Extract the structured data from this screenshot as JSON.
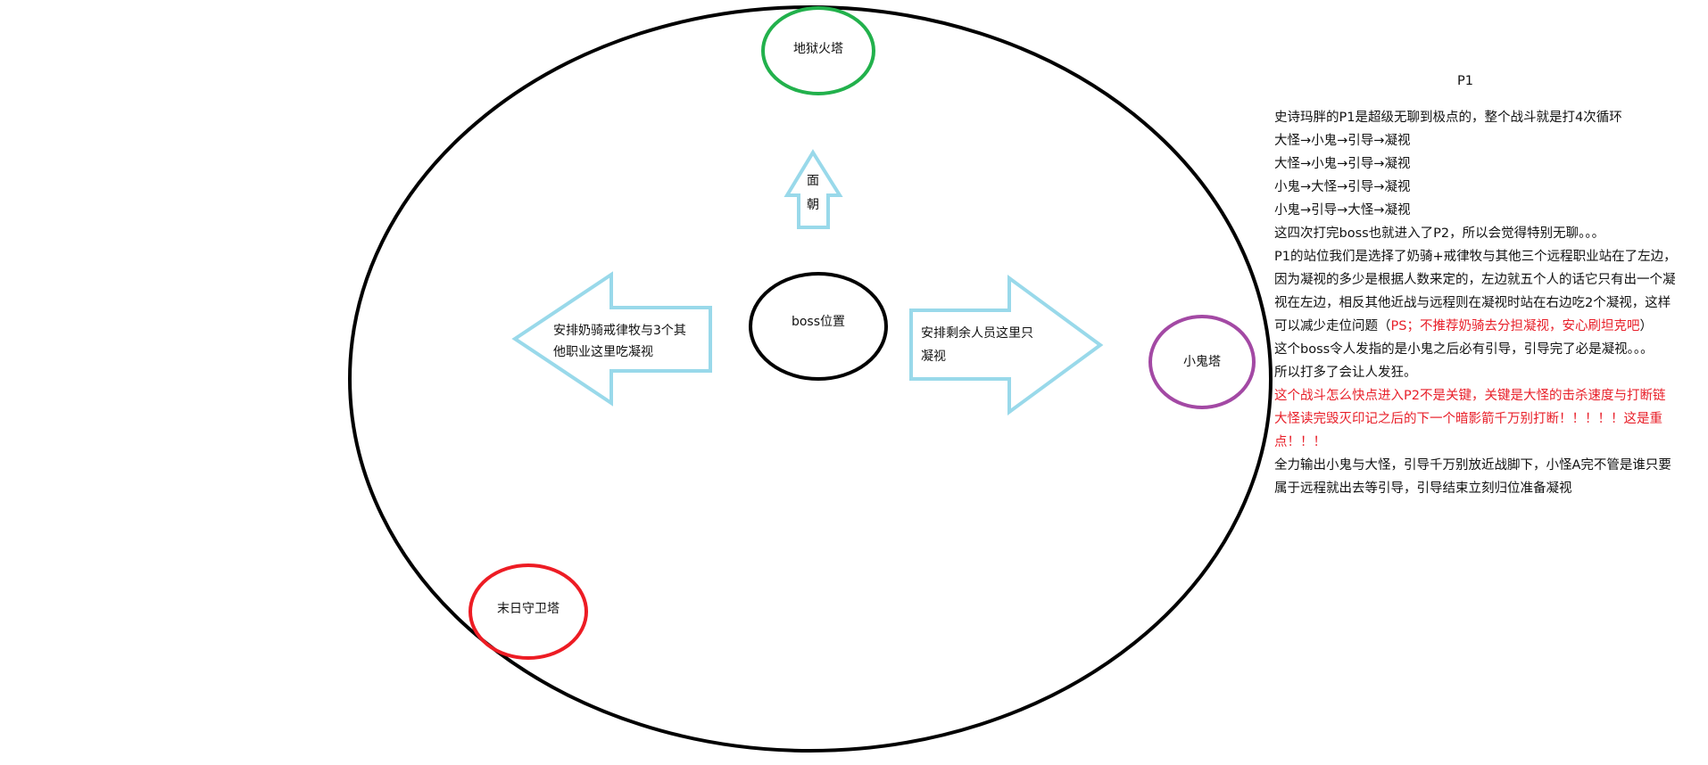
{
  "colors": {
    "big_circle": "#000000",
    "hell_tower": "#22b14c",
    "imp_tower": "#a349a4",
    "doom_tower": "#ed1c24",
    "arrows": "#99d9ea",
    "boss": "#000000",
    "highlight_text": "#e8202a"
  },
  "labels": {
    "hell_tower": "地狱火塔",
    "facing_1": "面",
    "facing_2": "朝",
    "boss_position": "boss位置",
    "left_arrow_1": "安排奶骑戒律牧与3个其",
    "left_arrow_2": "他职业这里吃凝视",
    "right_arrow_1": "安排剩余人员这里只",
    "right_arrow_2": "凝视",
    "imp_tower": "小鬼塔",
    "doom_tower": "末日守卫塔"
  },
  "notes": {
    "title": "P1",
    "lines": [
      {
        "text": "史诗玛胖的P1是超级无聊到极点的，整个战斗就是打4次循环"
      },
      {
        "text": "大怪→小鬼→引导→凝视"
      },
      {
        "text": "大怪→小鬼→引导→凝视"
      },
      {
        "text": "小鬼→大怪→引导→凝视"
      },
      {
        "text": "小鬼→引导→大怪→凝视"
      },
      {
        "text": "这四次打完boss也就进入了P2，所以会觉得特别无聊。。。"
      },
      {
        "text": "P1的站位我们是选择了奶骑+戒律牧与其他三个远程职业站在了左边，"
      },
      {
        "text": "因为凝视的多少是根据人数来定的，左边就五个人的话它只有出一个凝"
      },
      {
        "text": "视在左边，相反其他近战与远程则在凝视时站在右边吃2个凝视，这样"
      },
      {
        "text": "可以减少走位问题（",
        "red": "PS；不推荐奶骑去分担凝视，安心刷坦克吧",
        "after": "）"
      },
      {
        "text": "这个boss令人发指的是小鬼之后必有引导，引导完了必是凝视。。。"
      },
      {
        "text": "所以打多了会让人发狂。"
      },
      {
        "red": "这个战斗怎么快点进入P2不是关键，关键是大怪的击杀速度与打断链"
      },
      {
        "red": "大怪读完毁灭印记之后的下一个暗影箭千万别打断！！！！！这是重"
      },
      {
        "red": "点！！！"
      },
      {
        "text": "全力输出小鬼与大怪，引导千万别放近战脚下，小怪A完不管是谁只要"
      },
      {
        "text": "属于远程就出去等引导，引导结束立刻归位准备凝视"
      }
    ]
  }
}
